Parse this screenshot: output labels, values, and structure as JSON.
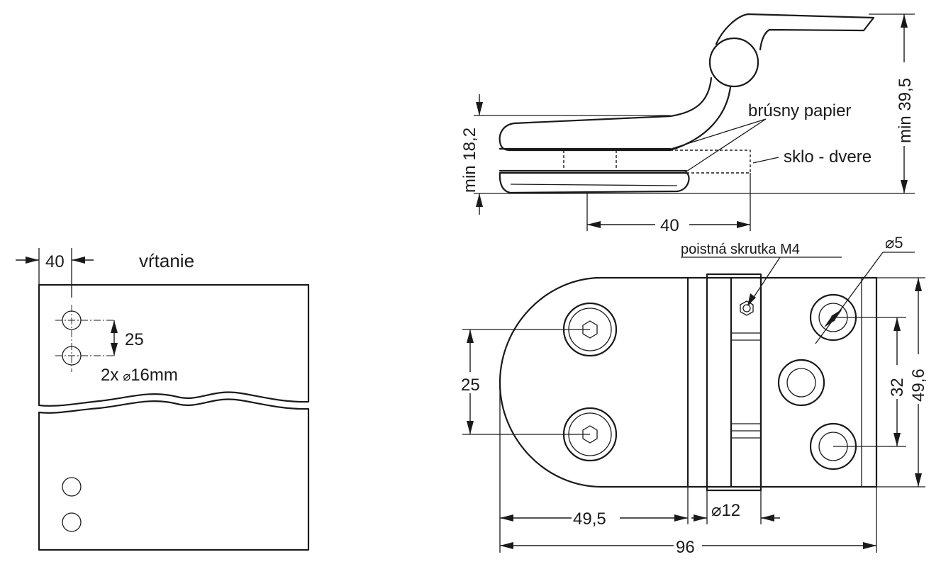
{
  "drilling": {
    "title": "vŕtanie",
    "offset_dim": "40",
    "spacing_dim": "25",
    "hole_spec_prefix": "2x",
    "hole_diameter_symbol": "⌀",
    "hole_diameter_value": "16mm"
  },
  "side_view": {
    "min_height_label": "min 18,2",
    "max_height_label": "min 39,5",
    "sandpaper_label": "brúsny papier",
    "glass_door_label": "sklo - dvere",
    "depth_dim": "40"
  },
  "top_view": {
    "lock_screw_label": "poistná skrutka M4",
    "hole_dia_label": "⌀5",
    "left_spacing_dim": "25",
    "right_spacing_dim": "32",
    "height_dim": "49,6",
    "left_width_dim": "49,5",
    "pin_dia_label": "⌀12",
    "total_width_dim": "96"
  },
  "colors": {
    "line": "#1a1a1a",
    "background": "#ffffff"
  }
}
